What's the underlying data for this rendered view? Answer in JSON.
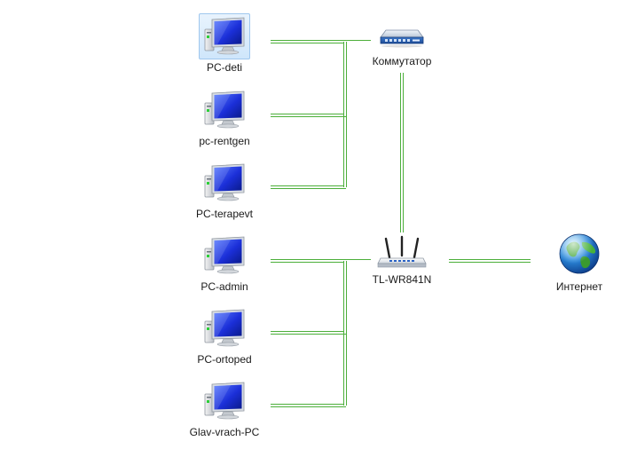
{
  "computers": [
    {
      "label": "PC-deti",
      "selected": true
    },
    {
      "label": "pc-rentgen",
      "selected": false
    },
    {
      "label": "PC-terapevt",
      "selected": false
    },
    {
      "label": "PC-admin",
      "selected": false
    },
    {
      "label": "PC-ortoped",
      "selected": false
    },
    {
      "label": "Glav-vrach-PC",
      "selected": false
    }
  ],
  "switch": {
    "label": "Коммутатор",
    "icon": "network-switch-icon"
  },
  "router": {
    "label": "TL-WR841N",
    "icon": "wireless-router-icon"
  },
  "internet": {
    "label": "Интернет",
    "icon": "globe-icon"
  },
  "colors": {
    "wire": "#4caf3a",
    "screen": "#1b2fd8"
  }
}
